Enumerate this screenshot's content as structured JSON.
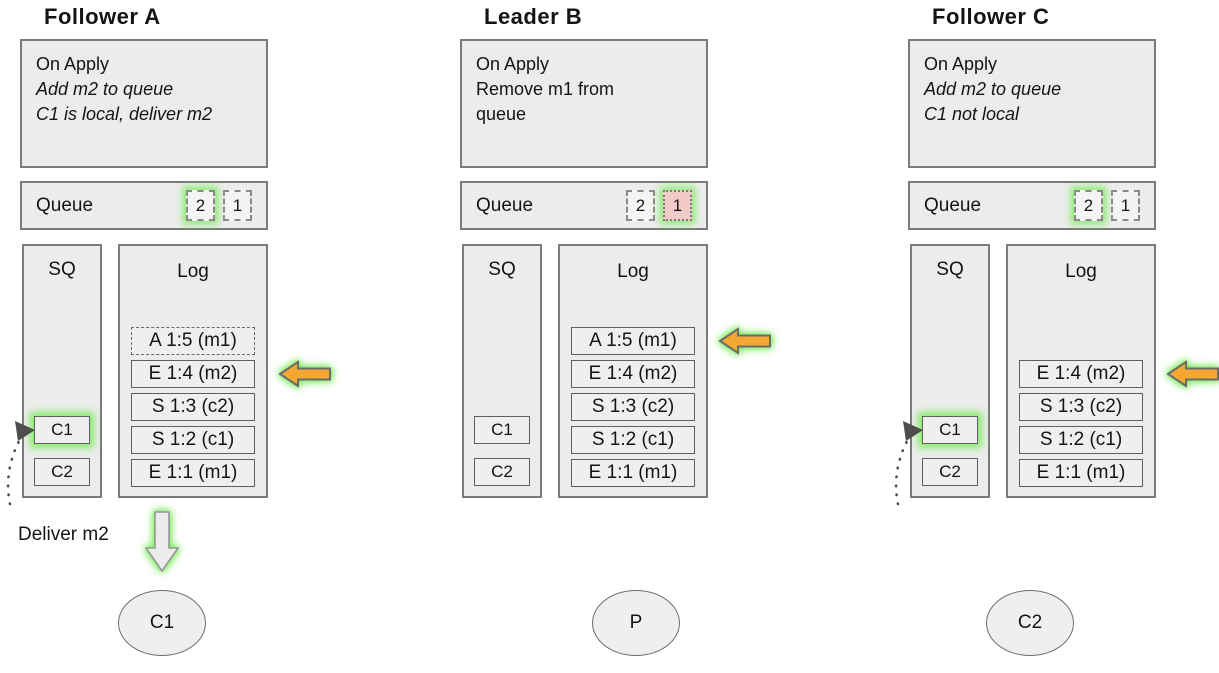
{
  "colors": {
    "highlight_glow": "#76EB55",
    "arrow_orange": "#F5A733",
    "removed_pink": "#F3CACA",
    "panel_fill": "#ECECEC",
    "panel_border": "#7A7A7A"
  },
  "columns": [
    {
      "title": "Follower A",
      "on_apply": [
        "On Apply",
        "Add m2 to queue",
        "C1 is local, deliver m2"
      ],
      "queue": {
        "label": "Queue",
        "items": [
          {
            "value": "2",
            "highlighted": true,
            "removed": false
          },
          {
            "value": "1",
            "highlighted": false,
            "removed": false
          }
        ]
      },
      "sq": {
        "label": "SQ",
        "items": [
          {
            "value": "C1",
            "highlighted": true
          },
          {
            "value": "C2",
            "highlighted": false
          }
        ]
      },
      "log": {
        "label": "Log",
        "entries": [
          {
            "text": "A 1:5 (m1)",
            "dashed": true,
            "arrow": false
          },
          {
            "text": "E 1:4 (m2)",
            "dashed": false,
            "arrow": true
          },
          {
            "text": "S 1:3 (c2)",
            "dashed": false,
            "arrow": false
          },
          {
            "text": "S 1:2 (c1)",
            "dashed": false,
            "arrow": false
          },
          {
            "text": "E 1:1 (m1)",
            "dashed": false,
            "arrow": false
          }
        ]
      },
      "deliver_label": "Deliver m2",
      "node_label": "C1"
    },
    {
      "title": "Leader B",
      "on_apply": [
        "On Apply",
        "Remove m1 from",
        "queue"
      ],
      "queue": {
        "label": "Queue",
        "items": [
          {
            "value": "2",
            "highlighted": false,
            "removed": false
          },
          {
            "value": "1",
            "highlighted": true,
            "removed": true
          }
        ]
      },
      "sq": {
        "label": "SQ",
        "items": [
          {
            "value": "C1",
            "highlighted": false
          },
          {
            "value": "C2",
            "highlighted": false
          }
        ]
      },
      "log": {
        "label": "Log",
        "entries": [
          {
            "text": "A 1:5 (m1)",
            "dashed": false,
            "arrow": true
          },
          {
            "text": "E 1:4 (m2)",
            "dashed": false,
            "arrow": false
          },
          {
            "text": "S 1:3 (c2)",
            "dashed": false,
            "arrow": false
          },
          {
            "text": "S 1:2 (c1)",
            "dashed": false,
            "arrow": false
          },
          {
            "text": "E 1:1 (m1)",
            "dashed": false,
            "arrow": false
          }
        ]
      },
      "node_label": "P"
    },
    {
      "title": "Follower C",
      "on_apply": [
        "On Apply",
        "Add m2 to queue",
        "C1 not local"
      ],
      "queue": {
        "label": "Queue",
        "items": [
          {
            "value": "2",
            "highlighted": true,
            "removed": false
          },
          {
            "value": "1",
            "highlighted": false,
            "removed": false
          }
        ]
      },
      "sq": {
        "label": "SQ",
        "items": [
          {
            "value": "C1",
            "highlighted": true
          },
          {
            "value": "C2",
            "highlighted": false
          }
        ]
      },
      "log": {
        "label": "Log",
        "entries": [
          {
            "text": "E 1:4 (m2)",
            "dashed": false,
            "arrow": true
          },
          {
            "text": "S 1:3 (c2)",
            "dashed": false,
            "arrow": false
          },
          {
            "text": "S 1:2 (c1)",
            "dashed": false,
            "arrow": false
          },
          {
            "text": "E 1:1 (m1)",
            "dashed": false,
            "arrow": false
          }
        ]
      },
      "node_label": "C2"
    }
  ]
}
